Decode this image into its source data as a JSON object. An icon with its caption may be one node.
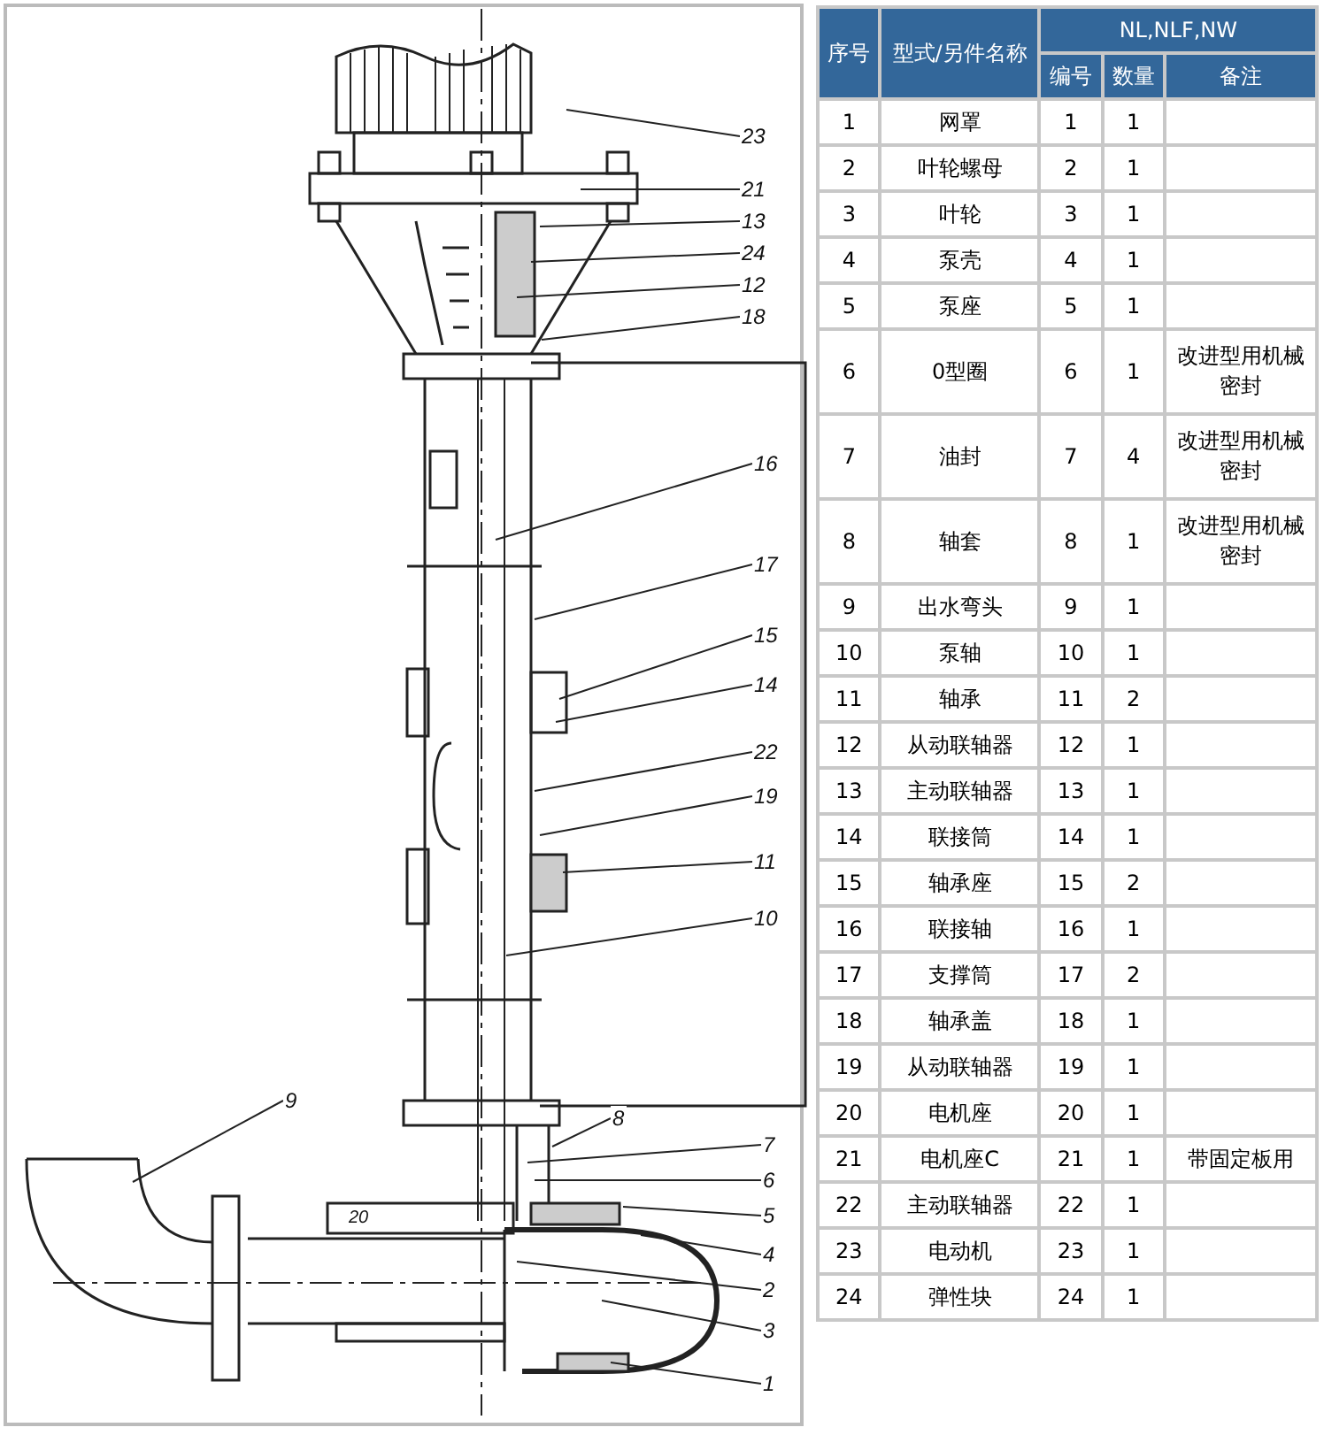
{
  "diagram": {
    "nodes": [
      {
        "text": [
          "23"
        ]
      },
      {
        "text": [
          "21"
        ]
      },
      {
        "text": [
          "13"
        ]
      },
      {
        "text": [
          "24"
        ]
      },
      {
        "text": [
          "12"
        ]
      },
      {
        "text": [
          "18"
        ]
      },
      {
        "text": [
          "16"
        ]
      },
      {
        "text": [
          "17"
        ]
      },
      {
        "text": [
          "15"
        ]
      },
      {
        "text": [
          "14"
        ]
      },
      {
        "text": [
          "22"
        ]
      },
      {
        "text": [
          "19"
        ]
      },
      {
        "text": [
          "11"
        ]
      },
      {
        "text": [
          "10"
        ]
      },
      {
        "text": [
          "9"
        ]
      },
      {
        "text": [
          "8"
        ]
      },
      {
        "text": [
          "7"
        ]
      },
      {
        "text": [
          "6"
        ]
      },
      {
        "text": [
          "5"
        ]
      },
      {
        "text": [
          "4"
        ]
      },
      {
        "text": [
          "2"
        ]
      },
      {
        "text": [
          "3"
        ]
      },
      {
        "text": [
          "1"
        ]
      }
    ],
    "edges": [
      {
        "from": 0,
        "to": null,
        "arrow": "none"
      },
      {
        "from": 1,
        "to": null,
        "arrow": "none"
      },
      {
        "from": 2,
        "to": null,
        "arrow": "none"
      },
      {
        "from": 3,
        "to": null,
        "arrow": "none"
      },
      {
        "from": 4,
        "to": null,
        "arrow": "none"
      },
      {
        "from": 5,
        "to": null,
        "arrow": "none"
      },
      {
        "from": 6,
        "to": null,
        "arrow": "none"
      },
      {
        "from": 7,
        "to": null,
        "arrow": "none"
      },
      {
        "from": 8,
        "to": null,
        "arrow": "none"
      },
      {
        "from": 9,
        "to": null,
        "arrow": "none"
      },
      {
        "from": 10,
        "to": null,
        "arrow": "none"
      },
      {
        "from": 11,
        "to": null,
        "arrow": "none"
      },
      {
        "from": 12,
        "to": null,
        "arrow": "none"
      },
      {
        "from": 13,
        "to": null,
        "arrow": "none"
      },
      {
        "from": 14,
        "to": null,
        "arrow": "none"
      },
      {
        "from": 15,
        "to": null,
        "arrow": "none"
      },
      {
        "from": 16,
        "to": null,
        "arrow": "none"
      },
      {
        "from": 17,
        "to": null,
        "arrow": "none"
      },
      {
        "from": 18,
        "to": null,
        "arrow": "none"
      },
      {
        "from": 19,
        "to": null,
        "arrow": "none"
      },
      {
        "from": 20,
        "to": null,
        "arrow": "none"
      },
      {
        "from": 21,
        "to": null,
        "arrow": "none"
      },
      {
        "from": 22,
        "to": null,
        "arrow": "none"
      }
    ],
    "labels": [
      "20",
      "序号",
      "型式/另件名称",
      "NL,NLF,NW",
      "编号",
      "数量",
      "备注",
      "1",
      "网罩",
      "1",
      "1",
      "2",
      "叶轮螺母",
      "2",
      "1",
      "3",
      "叶轮",
      "3",
      "1",
      "4",
      "泵壳",
      "4",
      "1",
      "5",
      "泵座",
      "5",
      "1",
      "6",
      "0型圈",
      "6",
      "1",
      "改进型用机械密封",
      "7",
      "油封",
      "7",
      "4",
      "改进型用机械密封",
      "8",
      "轴套",
      "8",
      "1",
      "改进型用机械密封",
      "9",
      "出水弯头",
      "9",
      "1",
      "10",
      "泵轴",
      "10",
      "1",
      "11",
      "轴承",
      "11",
      "2",
      "12",
      "从动联轴器",
      "12",
      "1",
      "13",
      "主动联轴器",
      "13",
      "1",
      "14",
      "联接筒",
      "14",
      "1",
      "15",
      "轴承座",
      "15",
      "2",
      "16",
      "联接轴",
      "16",
      "1",
      "17",
      "支撑筒",
      "17",
      "2",
      "18",
      "轴承盖",
      "18",
      "1",
      "19",
      "从动联轴器",
      "19",
      "1",
      "20",
      "电机座",
      "20",
      "1",
      "21",
      "电机座C",
      "21",
      "1",
      "带固定板用",
      "22",
      "主动联轴器",
      "22",
      "1",
      "23",
      "电动机",
      "23",
      "1",
      "24",
      "弹性块",
      "24",
      "1"
    ]
  }
}
